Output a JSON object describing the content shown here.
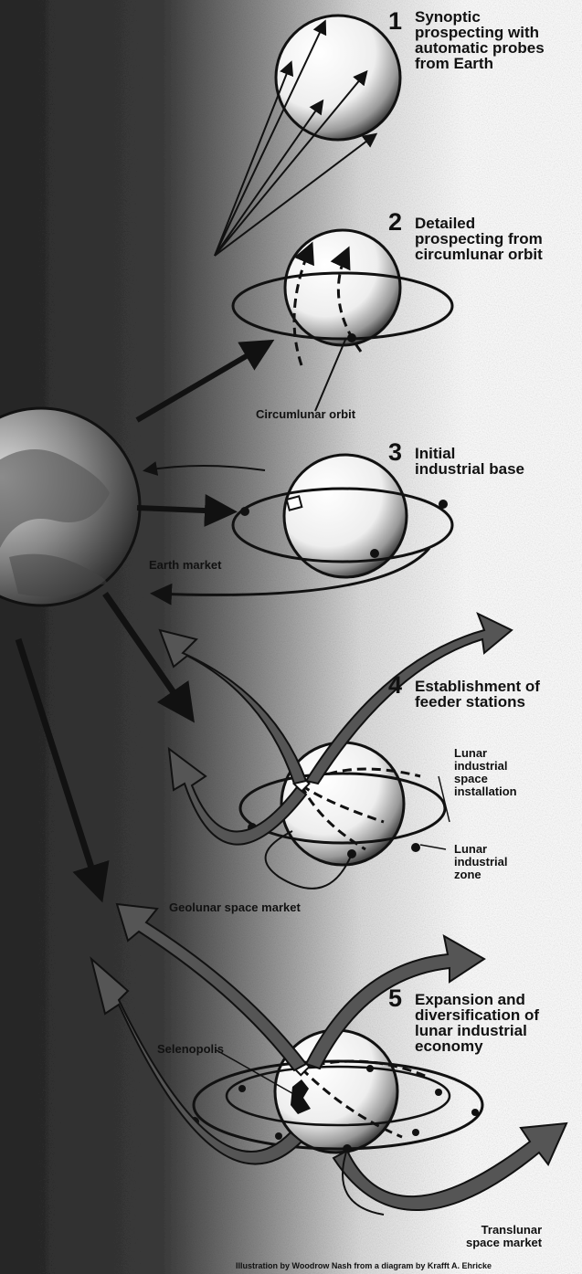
{
  "stages": [
    {
      "number": "1",
      "lines": [
        "Synoptic",
        "prospecting with",
        "automatic probes",
        "from Earth"
      ]
    },
    {
      "number": "2",
      "lines": [
        "Detailed",
        "prospecting from",
        "circumlunar orbit"
      ]
    },
    {
      "number": "3",
      "lines": [
        "Initial",
        "industrial base"
      ]
    },
    {
      "number": "4",
      "lines": [
        "Establishment of",
        "feeder stations"
      ]
    },
    {
      "number": "5",
      "lines": [
        "Expansion and",
        "diversification of",
        "lunar industrial",
        "economy"
      ]
    }
  ],
  "labels": {
    "circumlunar_orbit": "Circumlunar orbit",
    "earth_market": "Earth market",
    "lunar_installation": [
      "Lunar",
      "industrial",
      "space",
      "installation"
    ],
    "lunar_zone": [
      "Lunar",
      "industrial",
      "zone"
    ],
    "geolunar_market": "Geolunar space market",
    "selenopolis": "Selenopolis",
    "translunar_market": [
      "Translunar",
      "space market"
    ]
  },
  "credit": "Illustration by Woodrow Nash from a diagram by Krafft A. Ehricke"
}
